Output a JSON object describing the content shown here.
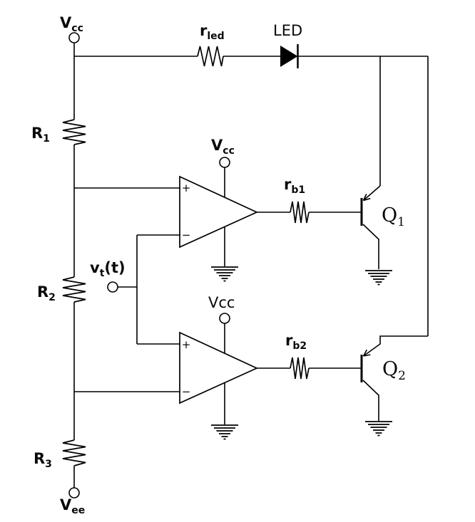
{
  "figure": {
    "type": "circuit-schematic",
    "colors": {
      "background": "#ffffff",
      "stroke": "#000000",
      "text": "#0a0a0a"
    }
  },
  "labels": {
    "vcc_top": {
      "main": "V",
      "sub": "cc"
    },
    "r_led": {
      "main": "r",
      "sub": "led"
    },
    "led": "LED",
    "r1": {
      "main": "R",
      "sub": "1"
    },
    "r2": {
      "main": "R",
      "sub": "2"
    },
    "r3": {
      "main": "R",
      "sub": "3"
    },
    "vt": {
      "main": "v",
      "sub": "t",
      "post": "(t)"
    },
    "opamp1_vcc": {
      "main": "V",
      "sub": "cc"
    },
    "opamp2_vcc": "Vcc",
    "rb1": {
      "main": "r",
      "sub": "b1"
    },
    "rb2": {
      "main": "r",
      "sub": "b2"
    },
    "q1": {
      "main": "Q",
      "sub": "1"
    },
    "q2": {
      "main": "Q",
      "sub": "2"
    },
    "vee": {
      "main": "V",
      "sub": "ee"
    },
    "opamp_plus": "+",
    "opamp_minus": "−"
  }
}
